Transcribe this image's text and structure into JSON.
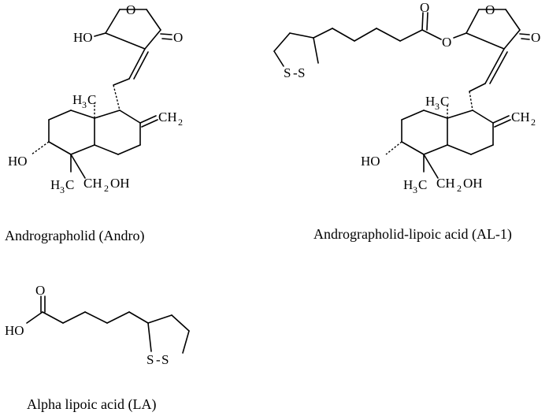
{
  "molecules": [
    {
      "caption": "Andrographolid (Andro)",
      "labels": {
        "HO_top": "HO",
        "O_ring": "O",
        "O_carbonyl": "O",
        "CH3_top": "H",
        "CH3_top_C": "C",
        "CH3_top_sub": "3",
        "CH2_exo": "CH",
        "CH2_exo_sub": "2",
        "HO_left": "HO",
        "CH3_bot": "H",
        "CH3_bot_C": "C",
        "CH3_bot_sub": "3",
        "CH2OH": "CH",
        "CH2OH_sub": "2",
        "CH2OH_OH": "OH"
      }
    },
    {
      "caption": "Andrographolid-lipoic acid (AL-1)",
      "labels": {
        "S1": "S",
        "S_dash": "-",
        "S2": "S",
        "O_carbonyl_ester": "O",
        "O_ester": "O",
        "O_ring": "O",
        "O_carbonyl": "O",
        "CH3_top": "H",
        "CH3_top_C": "C",
        "CH3_top_sub": "3",
        "CH2_exo": "CH",
        "CH2_exo_sub": "2",
        "HO_left": "HO",
        "CH3_bot": "H",
        "CH3_bot_C": "C",
        "CH3_bot_sub": "3",
        "CH2OH": "CH",
        "CH2OH_sub": "2",
        "CH2OH_OH": "OH"
      }
    },
    {
      "caption": "Alpha lipoic acid (LA)",
      "labels": {
        "O_carbonyl": "O",
        "HO": "HO",
        "S1": "S",
        "S_dash": "-",
        "S2": "S"
      }
    }
  ]
}
